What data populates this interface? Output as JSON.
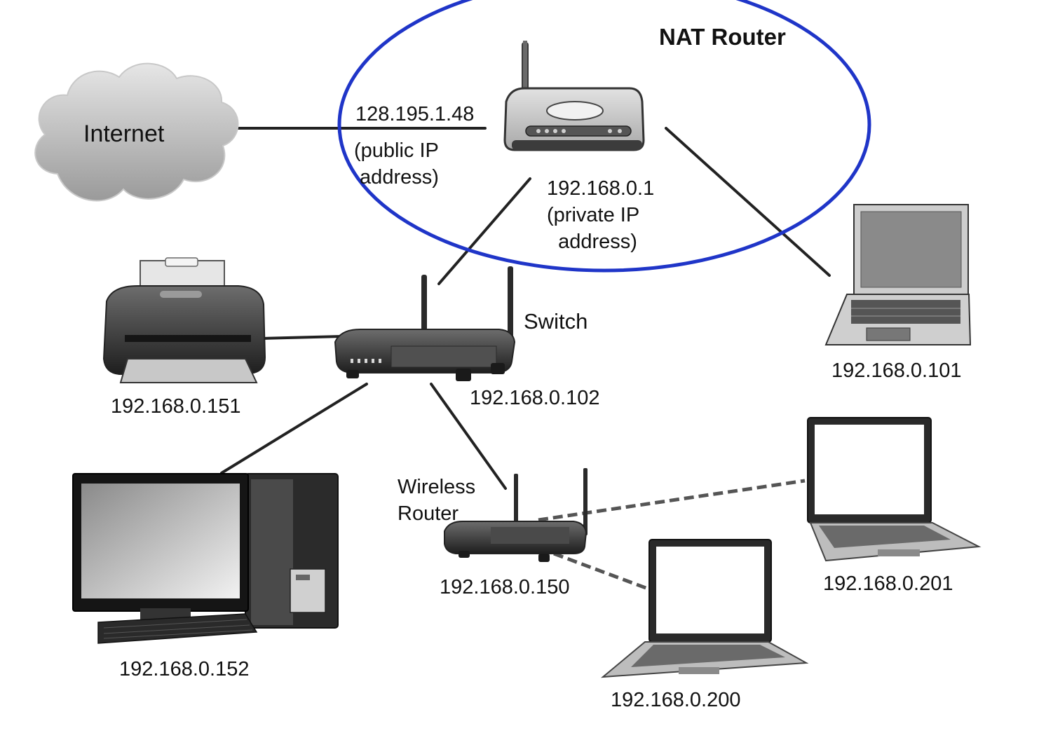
{
  "nodes": {
    "internet": {
      "label": "Internet"
    },
    "nat_router": {
      "title": "NAT Router",
      "public_ip": "128.195.1.48",
      "public_note": "(public IP\n address)",
      "private_ip": "192.168.0.1",
      "private_note": "(private IP\n  address)"
    },
    "switch": {
      "label": "Switch",
      "ip": "192.168.0.102"
    },
    "printer": {
      "ip": "192.168.0.151"
    },
    "desktop": {
      "ip": "192.168.0.152"
    },
    "laptop_wired": {
      "ip": "192.168.0.101"
    },
    "wireless_router": {
      "label": "Wireless\nRouter",
      "ip": "192.168.0.150"
    },
    "laptop_wifi_1": {
      "ip": "192.168.0.201"
    },
    "laptop_wifi_2": {
      "ip": "192.168.0.200"
    }
  },
  "colors": {
    "nat_outline": "#1f35c8",
    "wired_link": "#222222",
    "wireless_link": "#555555"
  },
  "icons": {
    "internet": "cloud-icon",
    "nat_router": "router-icon",
    "switch": "switch-icon",
    "printer": "printer-icon",
    "desktop": "desktop-computer-icon",
    "laptop": "laptop-icon",
    "wireless_router": "wireless-router-icon"
  }
}
